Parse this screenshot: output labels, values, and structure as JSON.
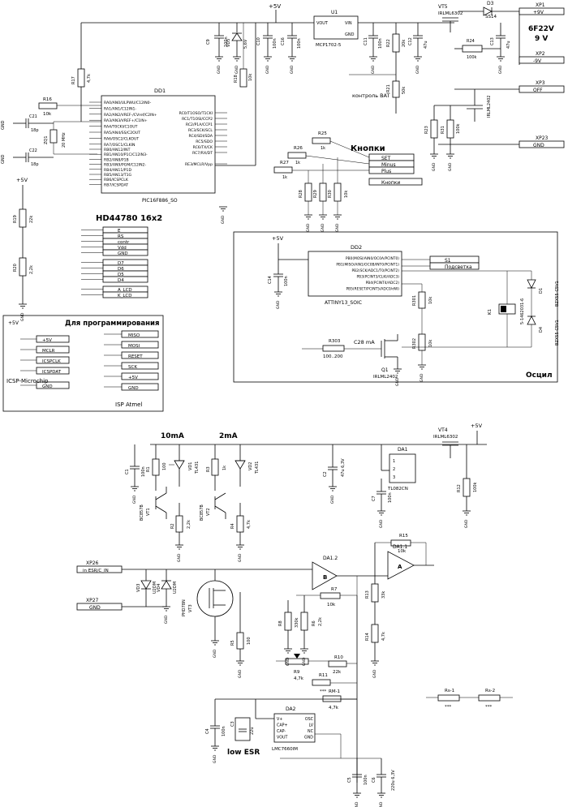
{
  "labels": {
    "plus5v_top": "+5V",
    "plus5v_isp": "+5V",
    "plus5v_display": "+5V",
    "plus5v_osc": "+5V",
    "plus5v_bottom": "+5V",
    "gnd": "GND",
    "u1": "U1",
    "u1_part": "MCP1702-5",
    "u1_vin": "VIN",
    "u1_vout": "VOUT",
    "u1_gnd": "GND",
    "vt5": "VT5",
    "vt5_part": "IRLML6302",
    "d3": "D3",
    "d3_part": "SS14",
    "mcu": "DD1",
    "mcu_part": "PIC16F886_SO",
    "dd2": "DD2",
    "dd2_part": "ATTINY13_SOIC",
    "vt4": "VT4",
    "vt4_part": "IRLML6302",
    "da1": "DA1",
    "da1_part": "TL082CN",
    "da2": "DA2",
    "da2_part": "LMC7660IM",
    "da1_1": "DA1.1",
    "da1_2": "DA1.2",
    "pin_a": "A",
    "pin_b": "B",
    "q1": "Q1",
    "q1_part": "IRLML2402",
    "vt1": "VT1",
    "vt1_part": "BC857B",
    "vt2": "VT2",
    "vt2_part": "BC857B",
    "vt3": "VT3",
    "vt3_part": "PHD78N",
    "k1": "K1",
    "k1_part": "5-1462031-6",
    "battery_label": "6F22V",
    "battery_voltage": "9 V",
    "kontrol_bat": "контроль BAT",
    "knopki": "Кнопки",
    "display_part": "HD44780 16x2",
    "programming_title": "Для программирования",
    "icsp_microchip": "ICSP-Microchip",
    "isp_atmel": "ISP Atmel",
    "osc_label": "Осцил",
    "ma_10": "10mA",
    "ma_2": "2mA",
    "ma_c28": "C28 mA",
    "low_esr": "low ESR"
  },
  "connectors": {
    "xp1": {
      "ref": "XP1",
      "name": "+9V"
    },
    "xp2": {
      "ref": "XP2",
      "name": "-9V"
    },
    "xp3": {
      "ref": "XP3",
      "name": "OFF"
    },
    "xp23": {
      "ref": "XP23",
      "name": "GND"
    },
    "xp26": {
      "ref": "XP26",
      "name": "in ESR/C_IN"
    },
    "xp27": {
      "ref": "XP27",
      "name": "GND"
    }
  },
  "mcu_pins_left": [
    "RA0/AN0/ULPWU/C12IN0-",
    "RA1/AN1/C12IN1-",
    "RA2/AN2/VREF-/CVref/C2IN+",
    "RA3/AN3/VREF+/C1IN+",
    "RA4/T0CKI/C1OUT",
    "RA5/AN4/SS/C2OUT",
    "RA6/OSC2/CLKOUT",
    "RA7/OSC1/CLKIN",
    "RB0/AN12/INT",
    "RB1/AN10/P1C/C12IN3-",
    "RB2/AN8/P1B",
    "RB3/AN9/PGM/C12IN2-",
    "RB4/AN11/P1D",
    "RB5/AN13/T1G",
    "RB6/ICSPCLK",
    "RB7/ICSPDAT"
  ],
  "mcu_pins_right": [
    "RE3/MCLR/Vpp",
    "RC0/T1OSO/T1CKI",
    "RC1/T1OSI/CCP2",
    "RC2/P1A/CCP1",
    "RC3/SCK/SCL",
    "RC4/SDI/SDA",
    "RC5/SDO",
    "RC6/TX/CK",
    "RC7/RX/DT"
  ],
  "dd2_pins": [
    "PB0(MOSI/AIN0/OC0A/PCINT0)",
    "PB1(MISO/AIN1/OC0B/INT0/PCINT1)",
    "PB2(SCK/ADC1/T0/PCINT2)",
    "PB3(PCINT3/CLKI/ADC3)",
    "PB4(PCINT4/ADC2)",
    "PB5(RESET/PCINT5/ADC0/dW)"
  ],
  "buttons": [
    "SET",
    "Minus",
    "Plus",
    "Кнопки"
  ],
  "lcd_pins": [
    "E",
    "RS",
    "contr",
    "Vdd",
    "GND",
    "D7",
    "D6",
    "D5",
    "D4",
    "A_LCD",
    "K_LCD"
  ],
  "icsp_pins": [
    "+5V",
    "MCLR",
    "ICSPCLK",
    "ICSPDAT",
    "GND"
  ],
  "isp_pins": [
    "MISO",
    "MOSI",
    "RESET",
    "SCK",
    "+5V",
    "GND"
  ],
  "osc_out": [
    "S1",
    "Подсветка"
  ],
  "da2_pins_left": [
    "V+",
    "CAP+",
    "CAP-",
    "VOUT"
  ],
  "da2_pins_right": [
    "OSC",
    "LV",
    "NC",
    "GND"
  ],
  "da1_pins": [
    "1",
    "2",
    "3"
  ],
  "values": {
    "c9": "C9",
    "c9v": "100n",
    "c10": "C10",
    "c10v": "100n",
    "c16": "C16",
    "c16v": "100n",
    "c11": "C11",
    "c11v": "100n",
    "c18": "C18",
    "c18v": "100n",
    "c12": "C12",
    "c12v": "47u",
    "c13": "C13",
    "c13v": "47u",
    "c19": "C19",
    "c19v": "47u",
    "c21": "C21",
    "c21v": "18p",
    "c22": "C22",
    "c22v": "18p",
    "c14": "C14",
    "c14v": "100n",
    "c1": "C1",
    "c1v": "100n",
    "c2": "C2",
    "c2v": "47u 6,3V",
    "c7": "C7",
    "c7v": "100n",
    "c3": "C3",
    "c3v": "22u",
    "c4": "C4",
    "c4v": "100n",
    "c5": "C5",
    "c5v": "100n",
    "c6": "C6",
    "c6v": "220u 6,3V",
    "vd5": "VD5",
    "vd5v": "5,6V",
    "vd1": "VD1",
    "vd1v": "TL431",
    "vd2": "VD2",
    "vd2v": "TL431",
    "vd3": "VD3",
    "vd3v": "U2DM",
    "vd4": "VD4",
    "vd4v": "U2DM",
    "d1": "D1",
    "d1v": "BZX55-C5V1",
    "d4": "D4",
    "d4v": "BZX55-C5V1",
    "zq1": "ZQ1",
    "zq1v": "20 MHz",
    "r16": "R16",
    "r16v": "10k",
    "r17": "R17",
    "r17v": "4,7k",
    "r18": "R18",
    "r18v": "10k",
    "r22": "R22",
    "r22v": "20k",
    "r21": "R21",
    "r21v": "50k",
    "r24": "R24",
    "r24v": "100k",
    "r23": "R23",
    "r23v": "100k",
    "r31": "R31",
    "r31v": "100k",
    "r25": "R25",
    "r25v": "1k",
    "r26": "R26",
    "r26v": "1k",
    "r27": "R27",
    "r27v": "1k",
    "r28": "R28",
    "r28v": "10k",
    "r29": "R29",
    "r29v": "10k",
    "r30": "R30",
    "r30v": "10k",
    "r19": "R19",
    "r19v": "22k",
    "r20": "R20",
    "r20v": "2,2k",
    "r301": "R301",
    "r301v": "10k",
    "r302": "R302",
    "r302v": "10k",
    "r303": "R303",
    "r303v": "100..200",
    "r1": "R1",
    "r1v": "100",
    "r2": "R2",
    "r2v": "2,2k",
    "r3": "R3",
    "r3v": "1k",
    "r4": "R4",
    "r4v": "4,7k",
    "r5": "R5",
    "r5v": "100",
    "r6": "R6",
    "r6v": "2,2k",
    "r7": "R7",
    "r7v": "10k",
    "r8": "R8",
    "r8v": "330k",
    "r9": "R9",
    "r9v": "4,7k",
    "r10": "R10",
    "r10v": "22k",
    "r11": "R11",
    "r11v": "***",
    "r12": "R12",
    "r12v": "100k",
    "r13": "R13",
    "r13v": "33k",
    "r14": "R14",
    "r14v": "4,7k",
    "r15": "R15",
    "r15v": "10k",
    "rm1": "RM-1",
    "rm1v": "4,7k",
    "rs1": "Rs-1",
    "rs1v": "***",
    "rs2": "Rs-2",
    "rs2v": "***"
  }
}
